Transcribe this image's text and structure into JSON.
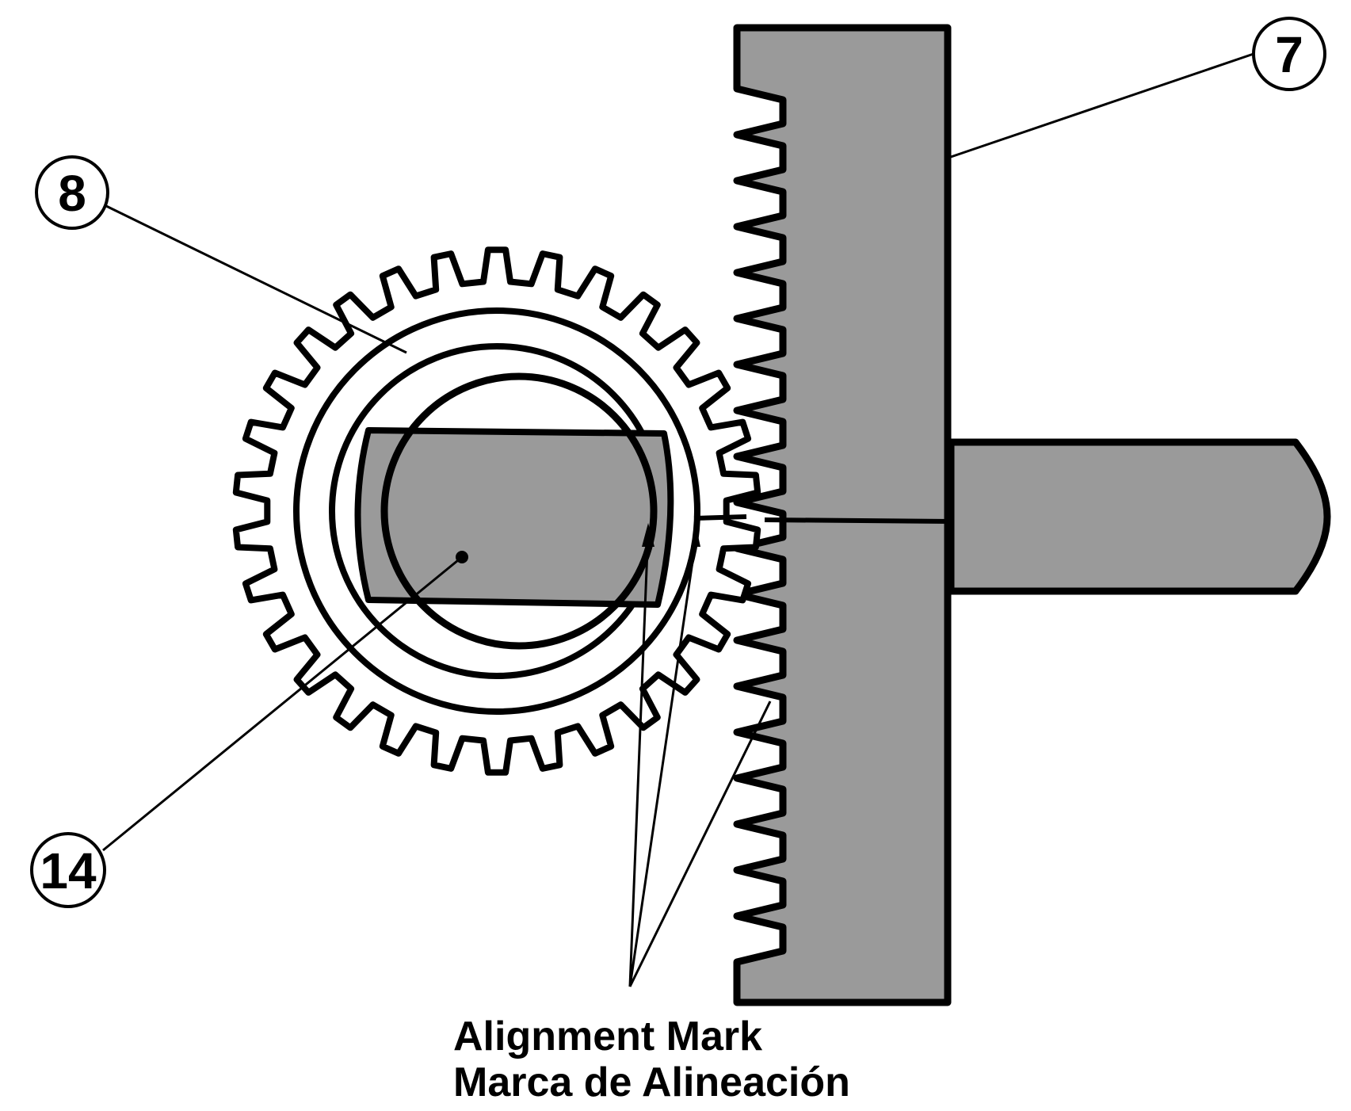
{
  "callouts": {
    "part7": "7",
    "part8": "8",
    "part14": "14"
  },
  "caption": {
    "english": "Alignment Mark",
    "spanish": "Marca de Alineación"
  },
  "colors": {
    "fill": "#9a9a9a",
    "stroke": "#000000",
    "background": "#ffffff"
  }
}
